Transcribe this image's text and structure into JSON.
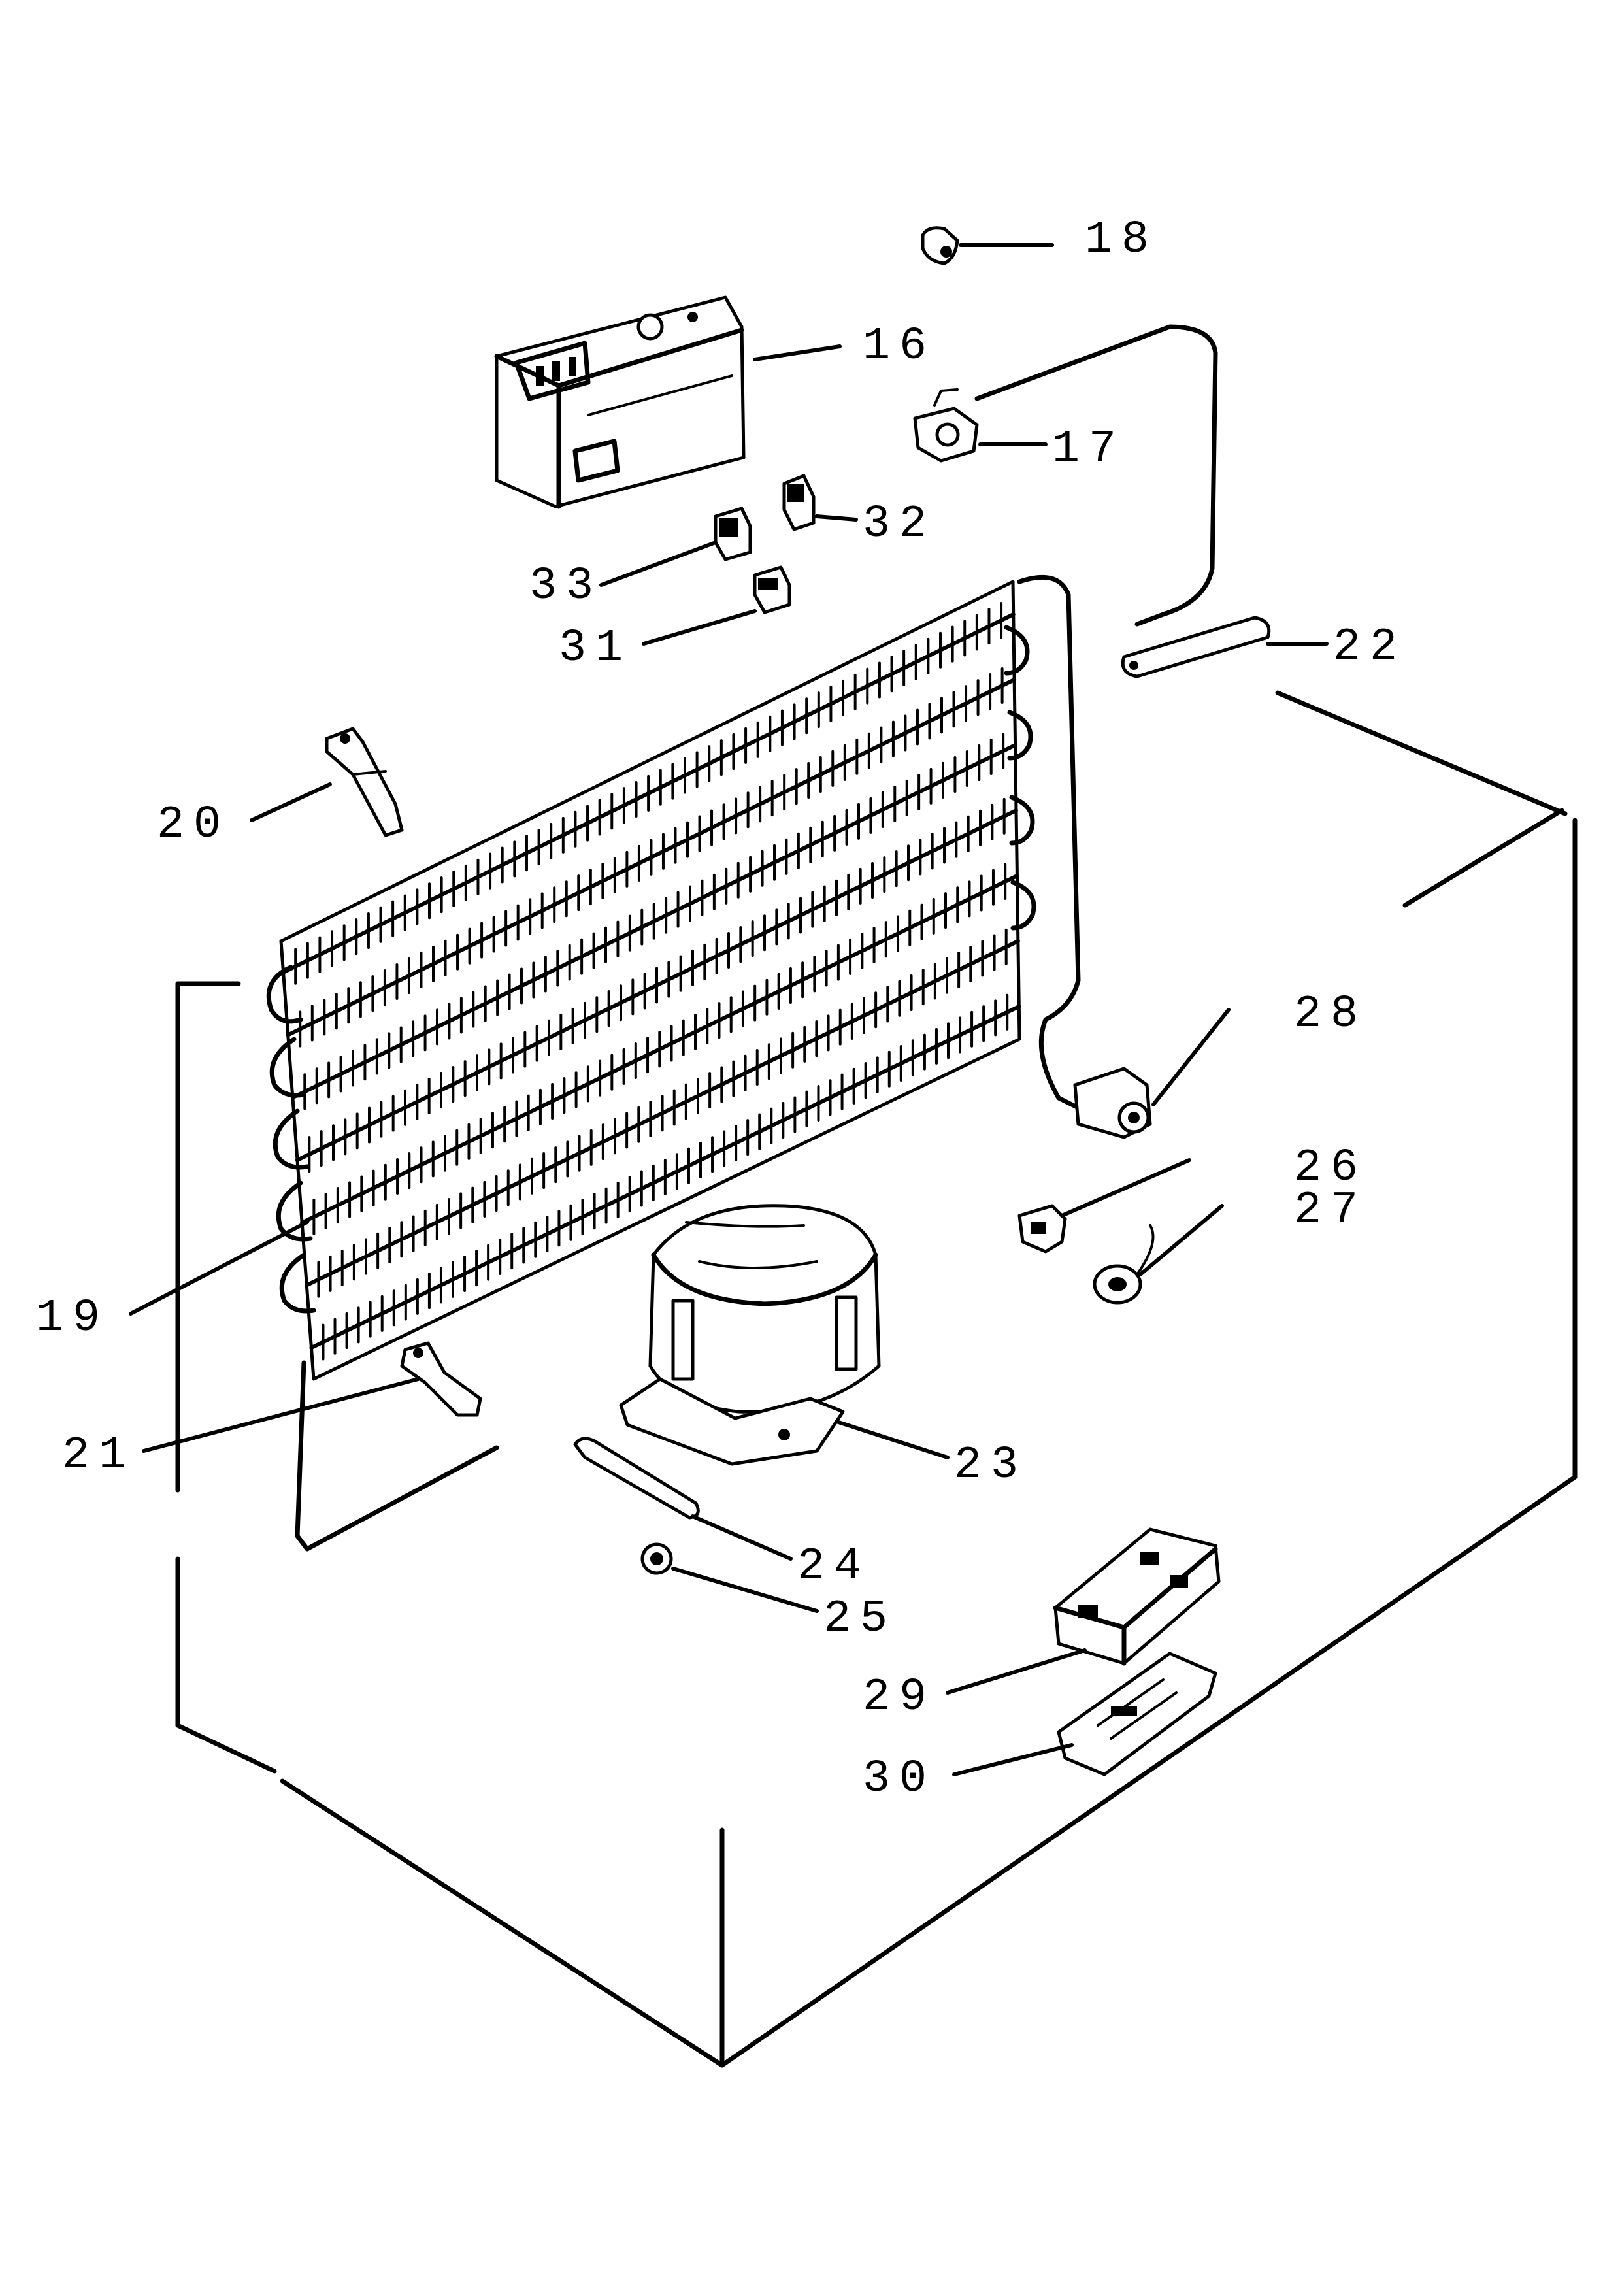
{
  "diagram": {
    "callouts": {
      "p16": "16",
      "p17": "17",
      "p18": "18",
      "p19": "19",
      "p20": "20",
      "p21": "21",
      "p22": "22",
      "p23": "23",
      "p24": "24",
      "p25": "25",
      "p26": "26",
      "p27": "27",
      "p28": "28",
      "p29": "29",
      "p30": "30",
      "p31": "31",
      "p32": "32",
      "p33": "33"
    }
  }
}
